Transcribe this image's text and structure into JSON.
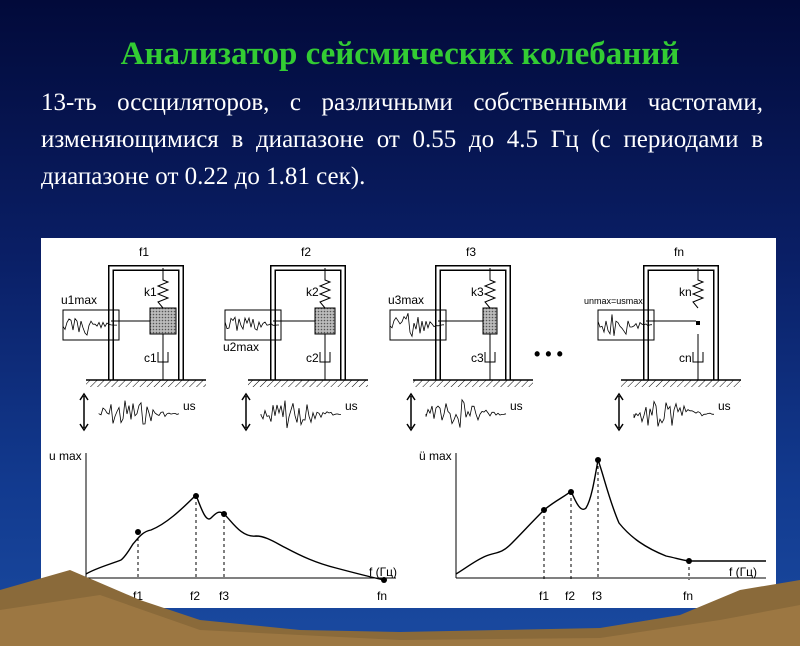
{
  "title": "Анализатор сейсмических колебаний",
  "paragraph": "13-ть оссциляторов, с различными собственными частотами, изменяющимися в диапазоне  от 0.55 до 4.5 Гц (с периодами в диапазоне от 0.22 до 1.81 сек).",
  "oscillators": [
    {
      "f": "f1",
      "k": "k1",
      "c": "c1",
      "u": "u1max"
    },
    {
      "f": "f2",
      "k": "k2",
      "c": "c2",
      "u": "u2max"
    },
    {
      "f": "f3",
      "k": "k3",
      "c": "c3",
      "u": "u3max"
    },
    {
      "f": "fn",
      "k": "kn",
      "c": "cn",
      "u": "unmax=usmax"
    }
  ],
  "ground_label": "us",
  "ellipsis": "• • •",
  "chart_left": {
    "ylabel": "u max",
    "xlabel": "f (Гц)",
    "ticks": [
      "f1",
      "f2",
      "f3",
      "fn"
    ]
  },
  "chart_right": {
    "ylabel": "ü max",
    "xlabel": "f (Гц)",
    "ticks": [
      "f1",
      "f2",
      "f3",
      "fn"
    ]
  },
  "colors": {
    "title": "#33cc33",
    "text": "#ffffff",
    "bg_top": "#020a3a",
    "bg_bottom": "#1a4aa0"
  }
}
